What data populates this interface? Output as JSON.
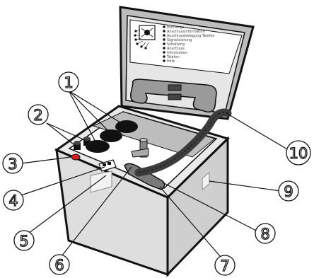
{
  "diagram": {
    "callouts": [
      {
        "number": "1"
      },
      {
        "number": "2"
      },
      {
        "number": "3"
      },
      {
        "number": "4"
      },
      {
        "number": "5"
      },
      {
        "number": "6"
      },
      {
        "number": "7"
      },
      {
        "number": "8"
      },
      {
        "number": "9"
      },
      {
        "number": "10"
      }
    ],
    "instruction_panel": {
      "lines": [
        "Instrukcja",
        "Anschlussinformation",
        "Anschlussbelegung Telefon",
        "Signalisierung",
        "Schaltung",
        "Anschluss",
        "Information",
        "Telefon",
        "Hilfe"
      ]
    },
    "colors": {
      "outline": "#111111",
      "case_panel": "#e0e0e0",
      "case_panel_dark": "#bdbdbd",
      "knob_red": "#d12020",
      "handset": "#9a9a9a",
      "cable": "#3c3c3c"
    }
  }
}
